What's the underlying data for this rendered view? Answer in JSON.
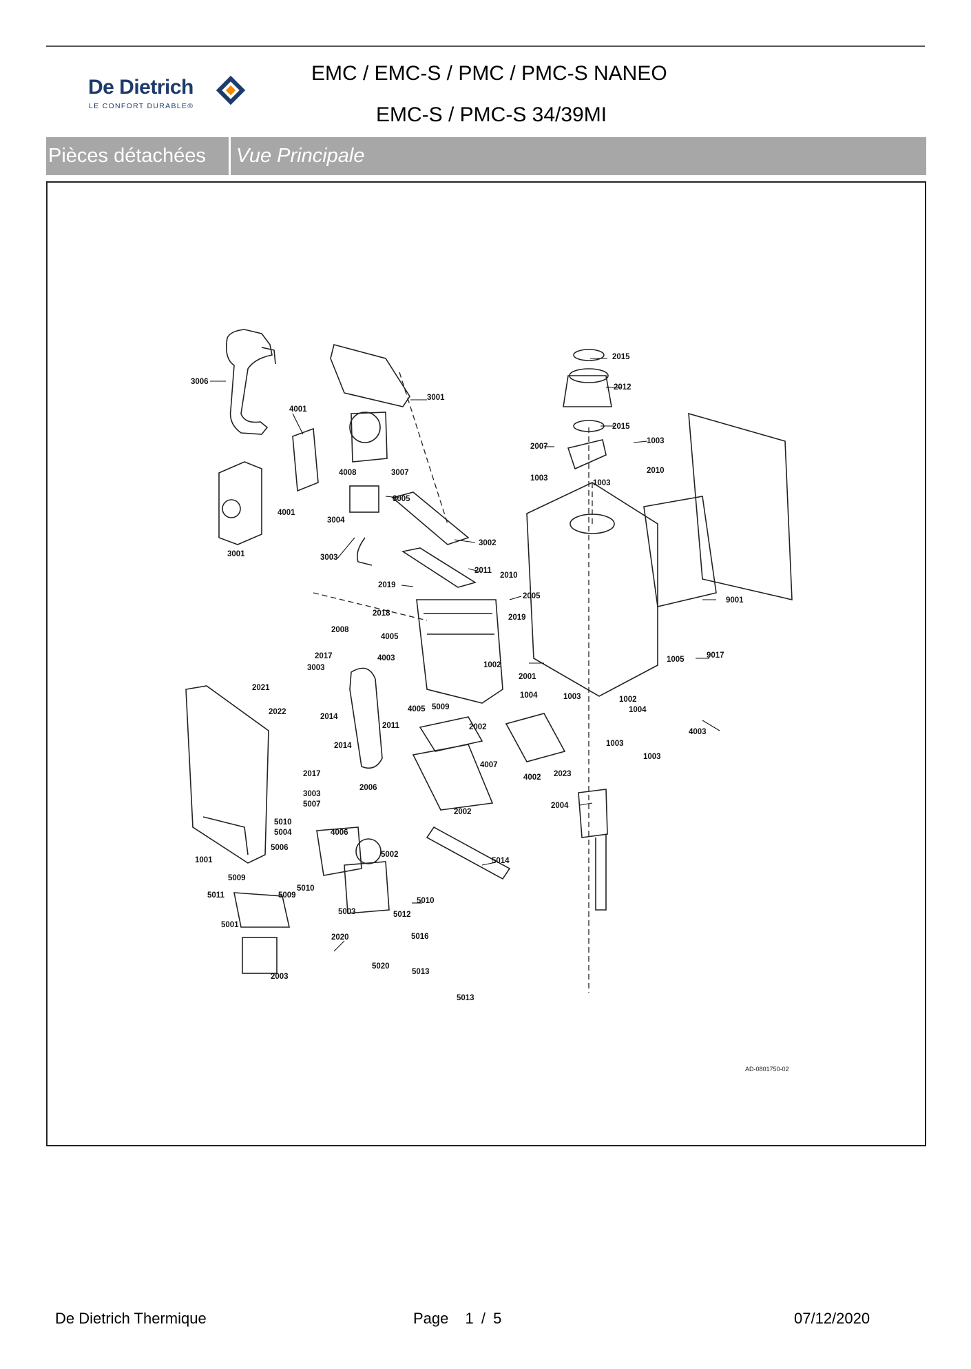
{
  "header": {
    "brand_name": "De Dietrich",
    "brand_tagline": "LE CONFORT DURABLE®",
    "title_line1": "EMC / EMC-S / PMC / PMC-S NANEO",
    "title_line2": "EMC-S  / PMC-S 34/39MI"
  },
  "section_bar": {
    "left_label": "Pièces détachées",
    "right_label": "Vue Principale"
  },
  "diagram": {
    "reference_code": "AD-0801750-02",
    "part_numbers": [
      "3006",
      "4001",
      "3001",
      "4008",
      "3007",
      "3005",
      "4001",
      "3004",
      "3001",
      "3002",
      "3003",
      "2011",
      "2010",
      "2019",
      "2005",
      "2018",
      "2019",
      "2008",
      "4005",
      "4003",
      "2017",
      "3003",
      "2021",
      "2014",
      "2022",
      "2014",
      "2017",
      "2006",
      "4005",
      "5009",
      "2011",
      "2002",
      "4007",
      "2002",
      "3003",
      "5007",
      "5010",
      "5004",
      "4006",
      "5006",
      "5002",
      "1001",
      "5014",
      "5009",
      "5011",
      "5009",
      "5010",
      "5010",
      "5003",
      "5012",
      "5001",
      "2020",
      "5016",
      "2003",
      "5020",
      "5013",
      "5013",
      "2015",
      "2012",
      "2015",
      "1003",
      "2007",
      "2010",
      "1003",
      "1003",
      "9001",
      "1005",
      "9017",
      "1002",
      "2001",
      "1004",
      "1003",
      "1002",
      "1004",
      "4003",
      "1003",
      "1003",
      "4002",
      "2023",
      "2004"
    ]
  },
  "footer": {
    "company": "De Dietrich Thermique",
    "page_label": "Page",
    "page_current": "1",
    "page_separator": "/",
    "page_total": "5",
    "date": "07/12/2020"
  }
}
